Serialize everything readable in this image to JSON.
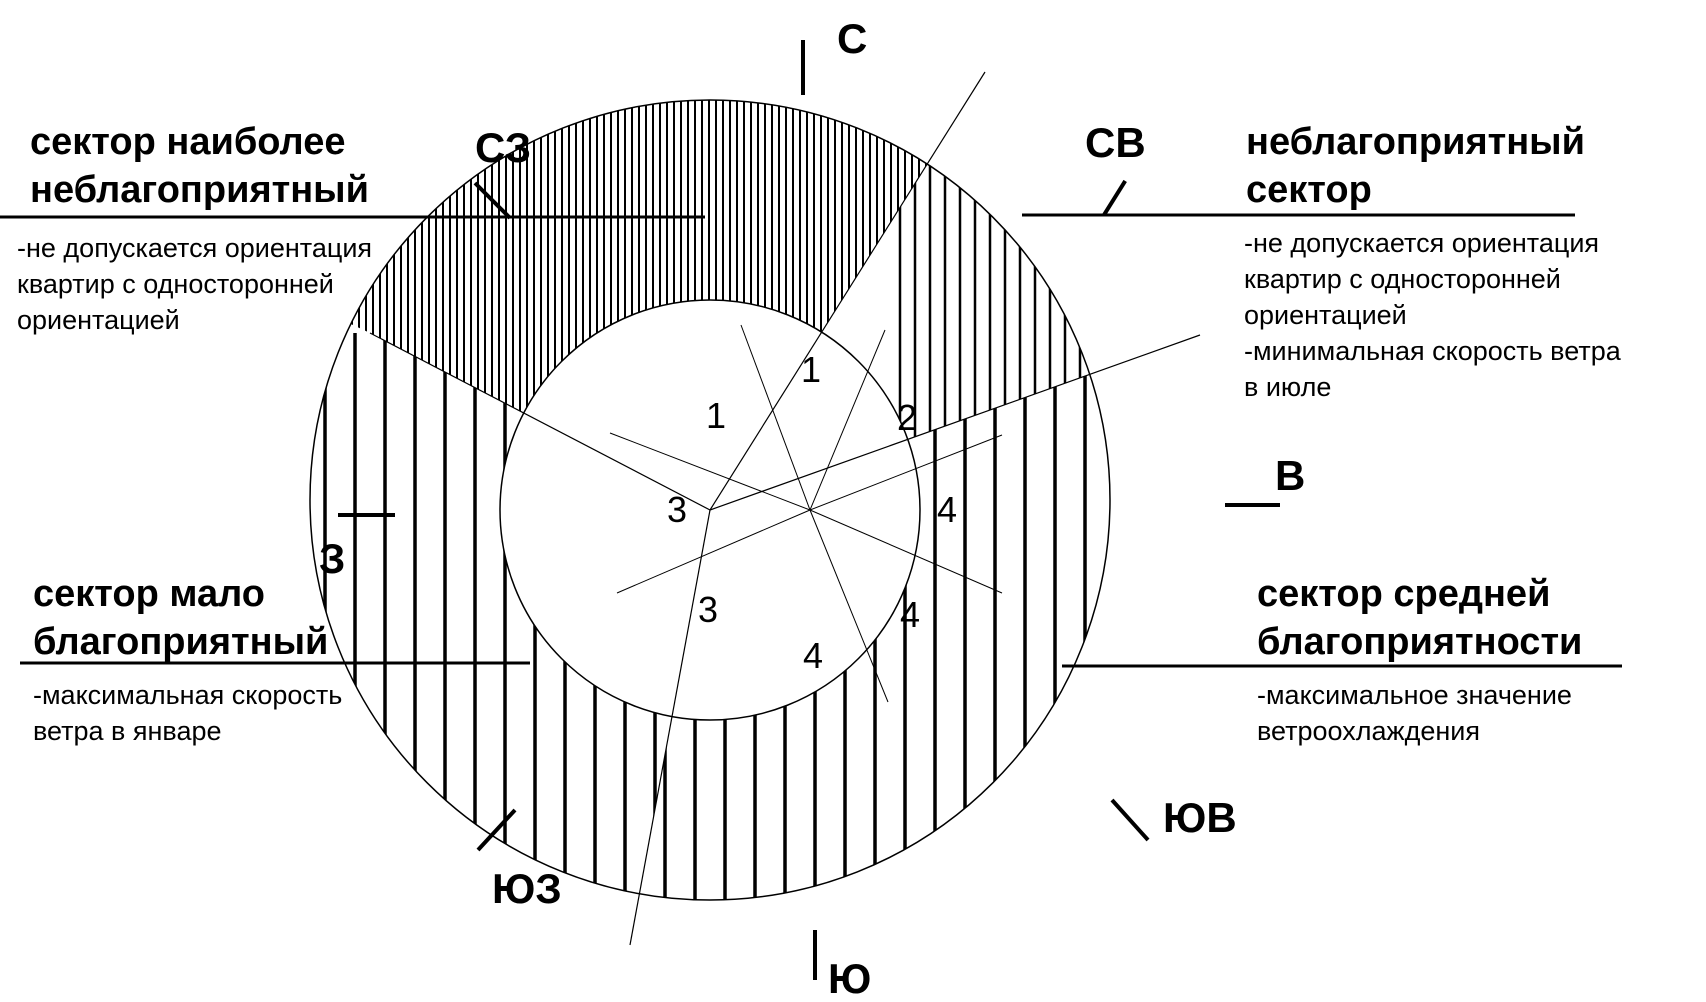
{
  "compass": {
    "n": "С",
    "ne": "СВ",
    "e": "В",
    "se": "ЮВ",
    "s": "Ю",
    "sw": "ЮЗ",
    "w": "З",
    "nw": "СЗ"
  },
  "sectors": {
    "top_left": {
      "title_line1": "сектор наиболее",
      "title_line2": "неблагоприятный",
      "notes": [
        "-не допускается ориентация",
        "квартир с односторонней",
        "ориентацией"
      ]
    },
    "top_right": {
      "title_line1": "неблагоприятный",
      "title_line2": "сектор",
      "notes": [
        "-не допускается ориентация",
        "квартир с односторонней",
        "ориентацией",
        "-минимальная скорость ветра",
        "в июле"
      ]
    },
    "bottom_left": {
      "title_line1": "сектор мало",
      "title_line2": "благоприятный",
      "notes": [
        "-максимальная скорость",
        "ветра в январе"
      ]
    },
    "bottom_right": {
      "title_line1": "сектор средней",
      "title_line2": "благоприятности",
      "notes": [
        "-максимальное значение",
        "ветроохлаждения"
      ]
    }
  },
  "inner_numbers": [
    "1",
    "2",
    "4",
    "4",
    "4",
    "3",
    "3",
    "1"
  ]
}
